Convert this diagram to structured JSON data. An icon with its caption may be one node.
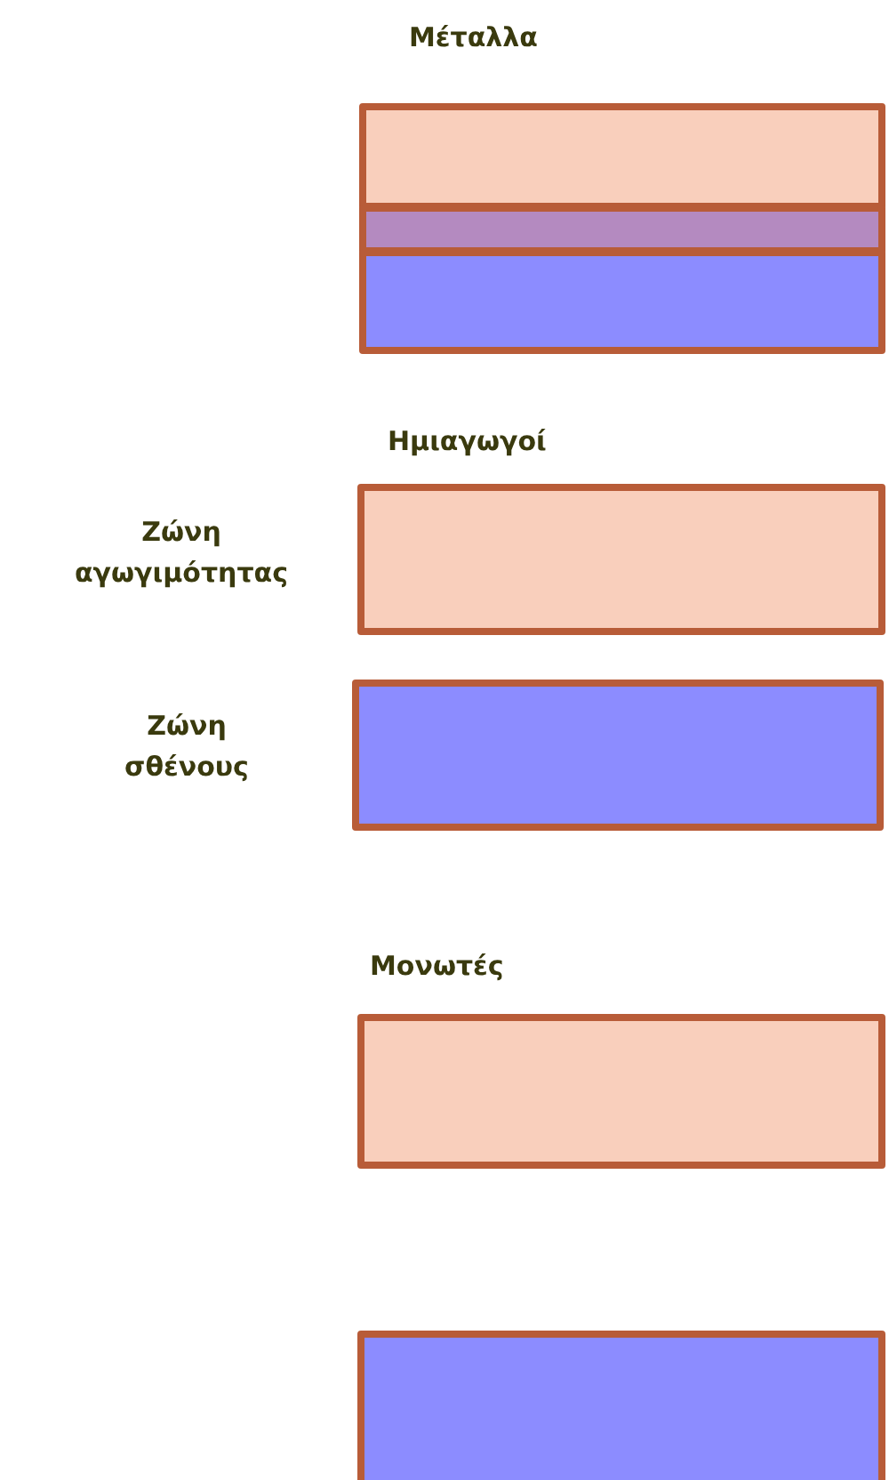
{
  "diagram": {
    "nodes": [
      {
        "text": [],
        "shape": "box"
      },
      {
        "text": [],
        "shape": "box"
      },
      {
        "text": [],
        "shape": "box"
      },
      {
        "text": [],
        "shape": "box",
        "beside": [
          "Ζώνη αγωγιμότητας"
        ]
      },
      {
        "text": [],
        "shape": "box",
        "beside": [
          "Ζώνη σθένους"
        ]
      },
      {
        "text": [],
        "shape": "box"
      },
      {
        "text": [],
        "shape": "box"
      }
    ],
    "labels": [
      "Μέταλλα",
      "Ημιαγωγοί",
      "Μονωτές"
    ]
  }
}
